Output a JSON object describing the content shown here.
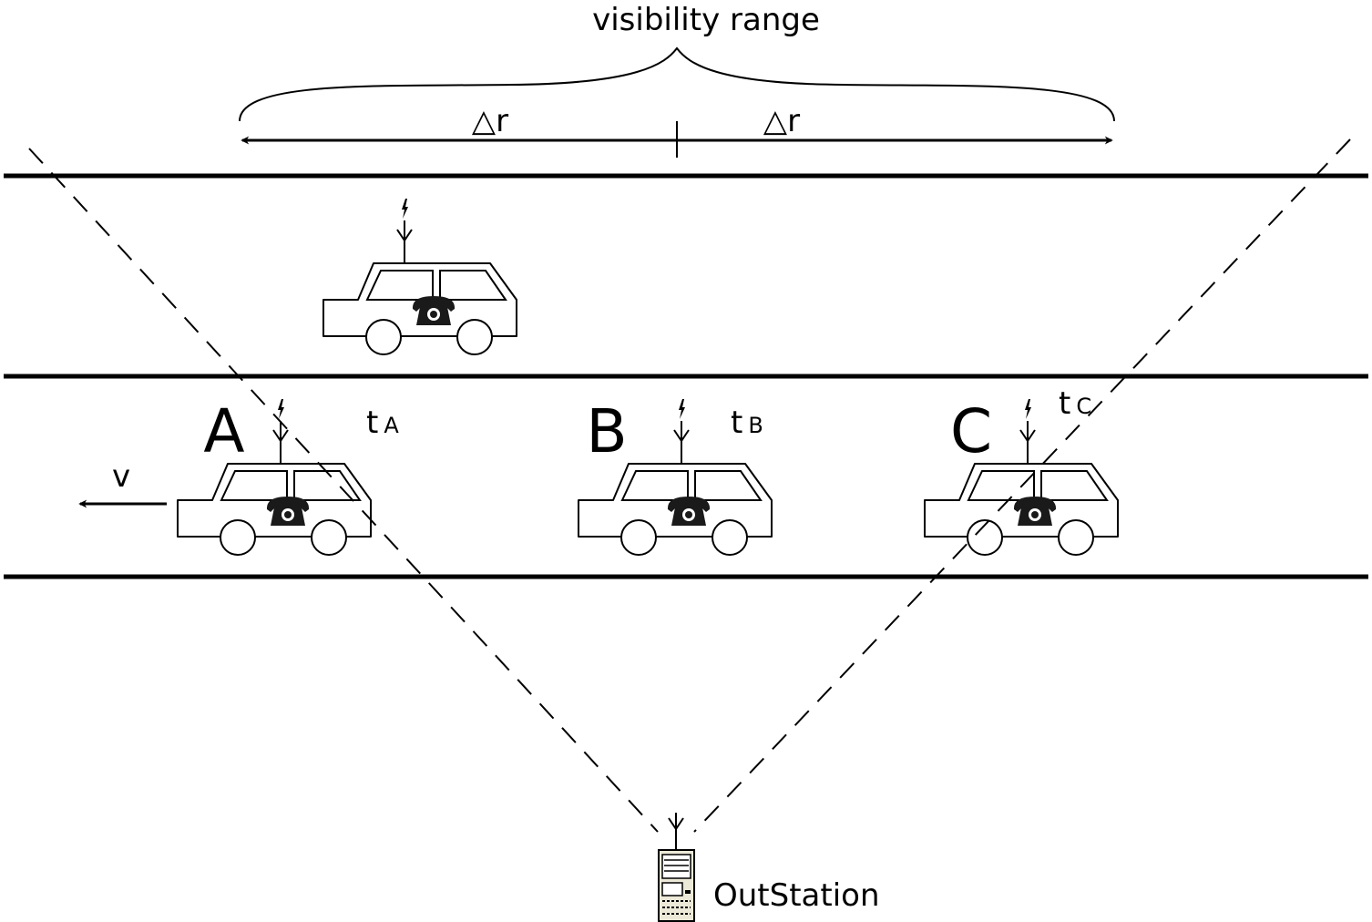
{
  "title": "visibility range",
  "delta_left": "△r",
  "delta_right": "△r",
  "velocity": "v",
  "cars": [
    {
      "label": "A",
      "time_main": "t",
      "time_sub": "A"
    },
    {
      "label": "B",
      "time_main": "t",
      "time_sub": "B"
    },
    {
      "label": "C",
      "time_main": "t",
      "time_sub": "C"
    }
  ],
  "station": "OutStation"
}
